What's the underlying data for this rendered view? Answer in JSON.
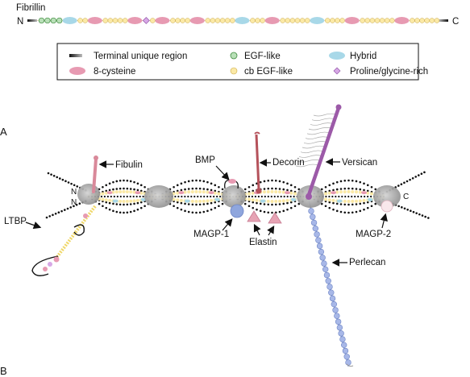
{
  "title": "Fibrillin",
  "terminal_n": "N",
  "terminal_c": "C",
  "legend": {
    "items": [
      {
        "label": "Terminal unique region",
        "icon": "terminal-unique-region-icon"
      },
      {
        "label": "EGF-like",
        "icon": "egf-like-icon"
      },
      {
        "label": "Hybrid",
        "icon": "hybrid-icon"
      },
      {
        "label": "8-cysteine",
        "icon": "8-cysteine-icon"
      },
      {
        "label": "cb EGF-like",
        "icon": "cb-egf-like-icon"
      },
      {
        "label": "Proline/glycine-rich",
        "icon": "proline-glycine-rich-icon"
      }
    ]
  },
  "panels": {
    "a": "A",
    "b": "B"
  },
  "microfibril": {
    "n_label": "N",
    "c_label": "C",
    "labels": {
      "fibulin": "Fibulin",
      "bmp": "BMP",
      "decorin": "Decorin",
      "versican": "Versican",
      "ltbp": "LTBP",
      "magp1": "MAGP-1",
      "elastin": "Elastin",
      "magp2": "MAGP-2",
      "perlecan": "Perlecan"
    }
  },
  "colors": {
    "egf": "#b9e0b8",
    "cb_egf": "#fbe9a6",
    "eight_cys": "#e79ab2",
    "hybrid": "#a8d8e8",
    "proline": "#d7a8e6",
    "bead": "#b3b3b3",
    "decorin": "#b5525b",
    "versican": "#9c5aa8",
    "perlecan": "#a8b8e8",
    "fibulin": "#d9899a"
  }
}
